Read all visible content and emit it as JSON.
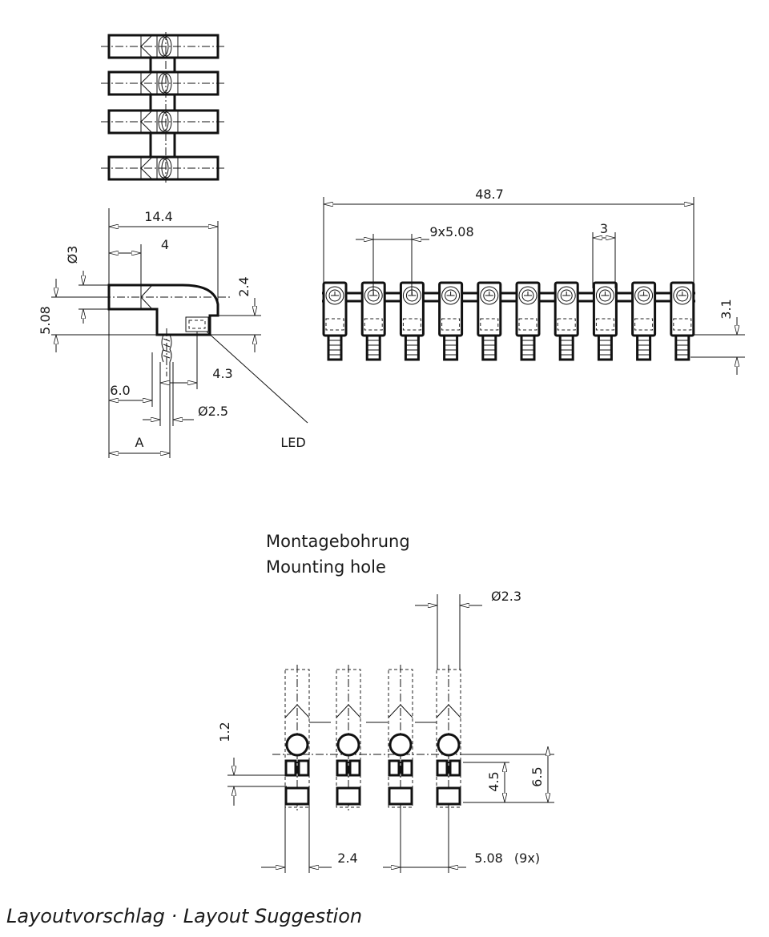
{
  "top_view": {},
  "side_view": {
    "dim_width": "14.4",
    "dim_4": "4",
    "dim_dia3": "Ø3",
    "dim_2_4": "2.4",
    "dim_5_08": "5.08",
    "dim_4_3": "4.3",
    "dim_6_0": "6.0",
    "dim_dia2_5": "Ø2.5",
    "dim_A": "A",
    "led_label": "LED"
  },
  "front_view": {
    "dim_total": "48.7",
    "dim_pitch": "9x5.08",
    "dim_3": "3",
    "dim_3_1": "3.1"
  },
  "mounting": {
    "title_de": "Montagebohrung",
    "title_en": "Mounting hole",
    "dim_dia2_3": "Ø2.3",
    "dim_1_2": "1.2",
    "dim_4_5": "4.5",
    "dim_6_5": "6.5",
    "dim_2_4": "2.4",
    "dim_pitch": "5.08",
    "dim_pitch_count": "(9x)"
  },
  "footer": {
    "caption": "Layoutvorschlag · Layout Suggestion"
  }
}
